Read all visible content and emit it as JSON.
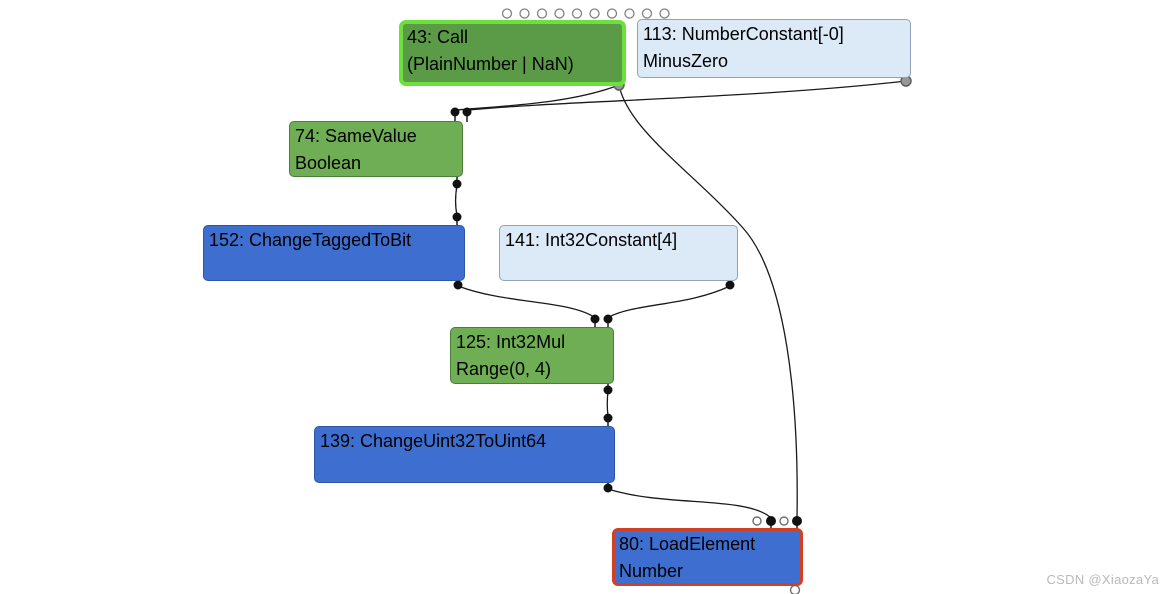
{
  "graph": {
    "nodes": {
      "43": {
        "title": "43: Call",
        "subtitle": "(PlainNumber | NaN)",
        "kind": "simplified-call",
        "selected": true,
        "fill": "#5b9a46",
        "border": "#6ce13c"
      },
      "113": {
        "title": "113: NumberConstant[-0]",
        "subtitle": "MinusZero",
        "kind": "constant",
        "selected": false,
        "fill": "#dce9f7",
        "border": "#93a2b4"
      },
      "74": {
        "title": "74: SameValue",
        "subtitle": "Boolean",
        "kind": "simplified",
        "selected": false,
        "fill": "#6fae55",
        "border": "#4a7f38"
      },
      "152": {
        "title": "152: ChangeTaggedToBit",
        "subtitle": "",
        "kind": "machine",
        "selected": false,
        "fill": "#3d6ed0",
        "border": "#2f55a4"
      },
      "141": {
        "title": "141: Int32Constant[4]",
        "subtitle": "",
        "kind": "constant",
        "selected": false,
        "fill": "#dce9f7",
        "border": "#93a2b4"
      },
      "125": {
        "title": "125: Int32Mul",
        "subtitle": "Range(0, 4)",
        "kind": "simplified",
        "selected": false,
        "fill": "#6fae55",
        "border": "#4a7f38"
      },
      "139": {
        "title": "139: ChangeUint32ToUint64",
        "subtitle": "",
        "kind": "machine",
        "selected": false,
        "fill": "#3d6ed0",
        "border": "#2f55a4"
      },
      "80": {
        "title": "80: LoadElement",
        "subtitle": "Number",
        "kind": "simplified",
        "selected": true,
        "fill": "#3d6ed0",
        "border": "#d04025"
      }
    },
    "edges": [
      {
        "from": "43",
        "to": "74"
      },
      {
        "from": "113",
        "to": "74"
      },
      {
        "from": "43",
        "to": "80"
      },
      {
        "from": "74",
        "to": "152"
      },
      {
        "from": "152",
        "to": "125"
      },
      {
        "from": "141",
        "to": "125"
      },
      {
        "from": "125",
        "to": "139"
      },
      {
        "from": "139",
        "to": "80"
      }
    ],
    "hidden_input_ports_above_43": 10
  },
  "colors": {
    "background": "#ffffff",
    "edge": "#1a1a1a",
    "green_node": "#6fae55",
    "green_selected_border": "#6ce13c",
    "blue_node": "#3d6ed0",
    "light_blue_node": "#dce9f7",
    "red_selected_border": "#d04025",
    "output_port_gray": "#979797"
  },
  "watermark": "CSDN @XiaozaYa"
}
